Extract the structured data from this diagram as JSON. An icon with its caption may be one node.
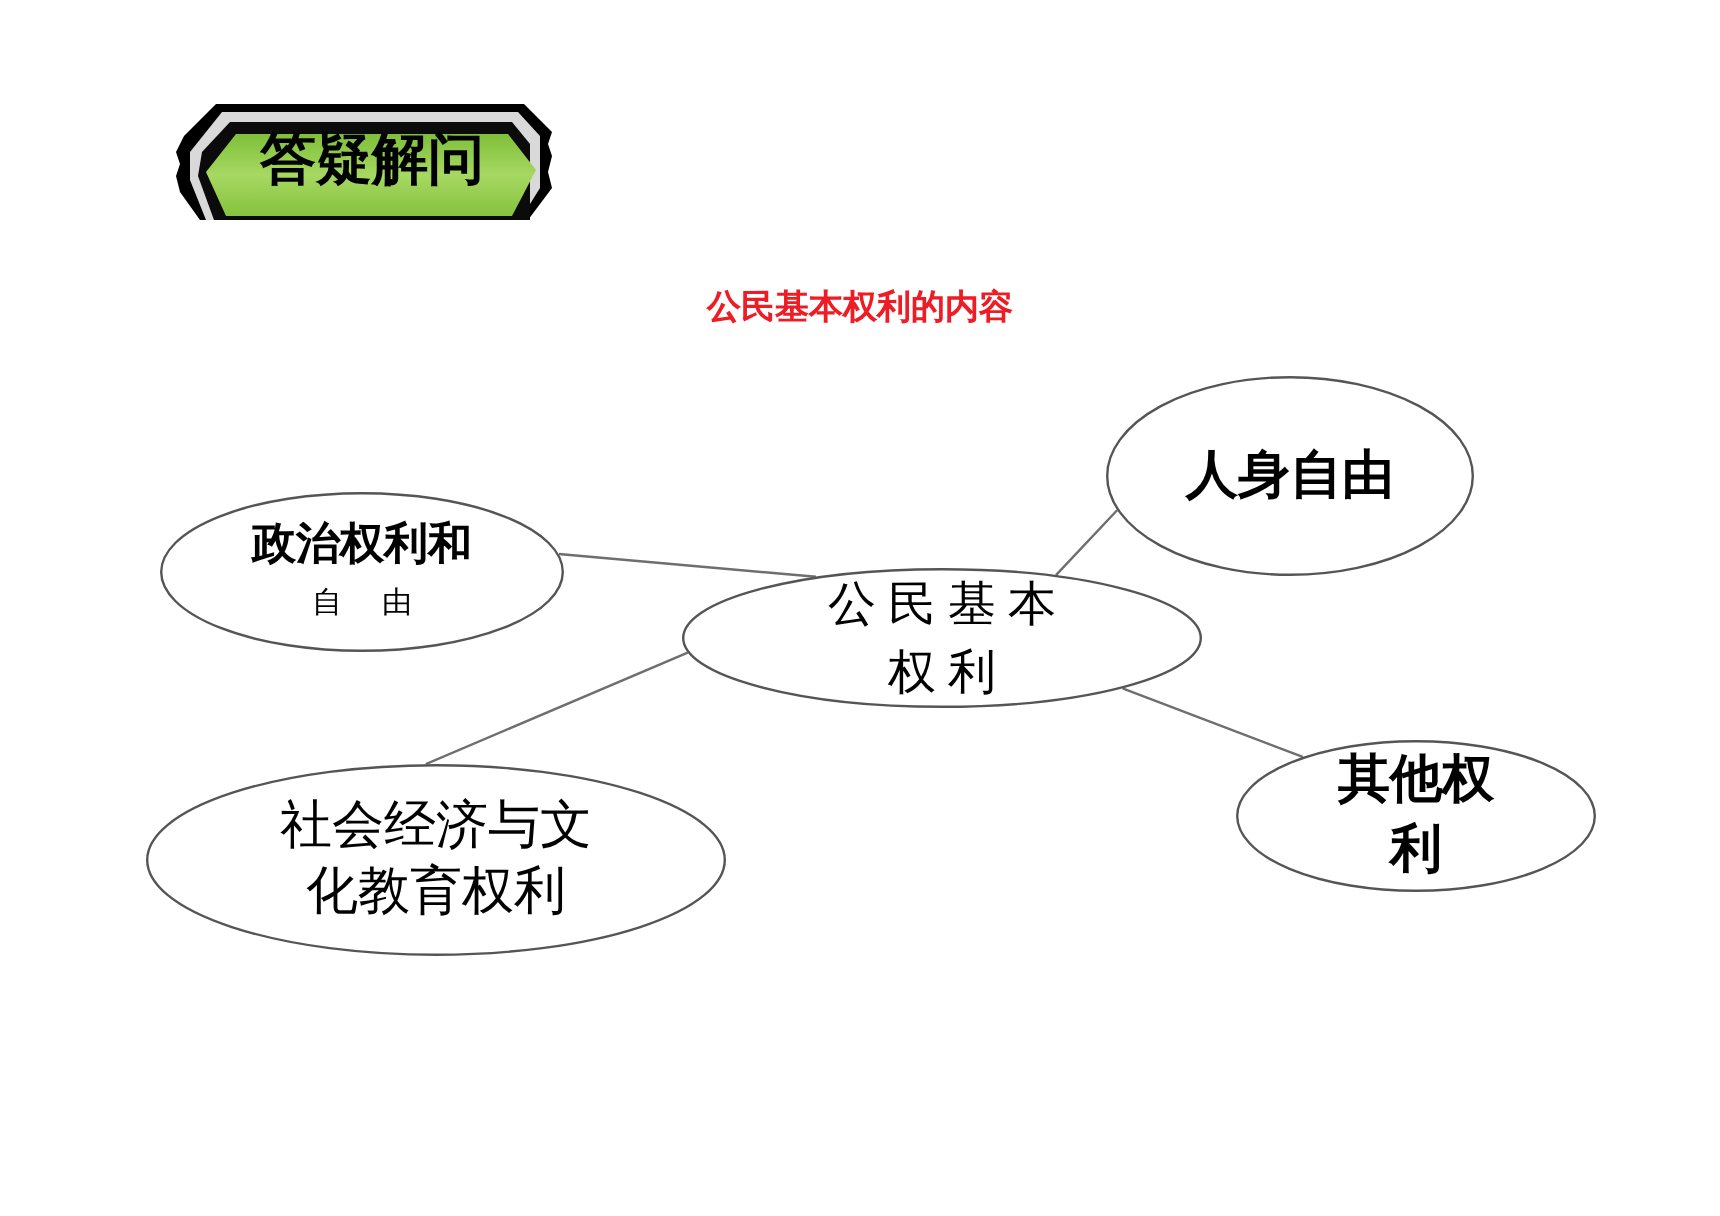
{
  "diagram": {
    "title": "公民基本权利的内容",
    "nodes": [
      {
        "text": [
          "答疑解问"
        ]
      },
      {
        "text": [
          "政治权利和",
          "自由"
        ]
      },
      {
        "text": [
          "人身自由"
        ]
      },
      {
        "text": [
          "公民基本权利"
        ]
      },
      {
        "text": [
          "社会经济与文化教育权利"
        ]
      },
      {
        "text": [
          "其他权利"
        ]
      }
    ],
    "edges": [
      {
        "from": 3,
        "to": 1,
        "arrow": "none"
      },
      {
        "from": 3,
        "to": 2,
        "arrow": "none"
      },
      {
        "from": 3,
        "to": 4,
        "arrow": "none"
      },
      {
        "from": 3,
        "to": 5,
        "arrow": "none"
      }
    ]
  }
}
